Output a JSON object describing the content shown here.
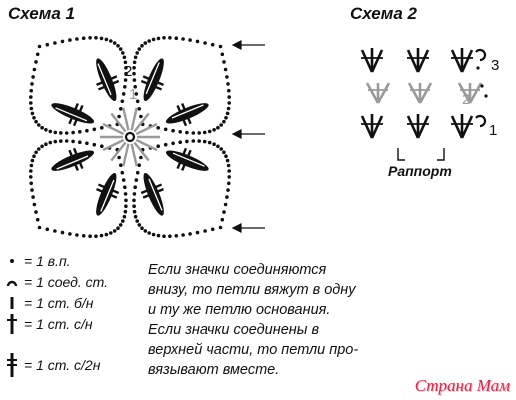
{
  "scheme1": {
    "title": "Схема 1",
    "row_label_2": "2",
    "row_label_1": "1"
  },
  "scheme2": {
    "title": "Схема 2",
    "row_labels": [
      "3",
      "2",
      "1"
    ],
    "rapport_label": "Раппорт"
  },
  "legend": [
    {
      "symbol": "dot",
      "text": "= 1 в.п."
    },
    {
      "symbol": "arc",
      "text": "= 1 соед. ст."
    },
    {
      "symbol": "bar",
      "text": "= 1 ст. б/н"
    },
    {
      "symbol": "cross",
      "text": "= 1 ст. с/н"
    },
    {
      "symbol": "double-cross",
      "text": "= 1 ст. с/2н"
    }
  ],
  "note_lines": [
    "Если значки соединяются",
    "внизу, то петли вяжут в одну",
    "и ту же петлю основания.",
    "Если значки соединены в",
    "верхней части, то петли про-",
    "вязывают вместе."
  ],
  "watermark": "Страна Мам",
  "colors": {
    "ink": "#111111",
    "gray": "#9a9a9a",
    "watermark": "#d8294a"
  }
}
